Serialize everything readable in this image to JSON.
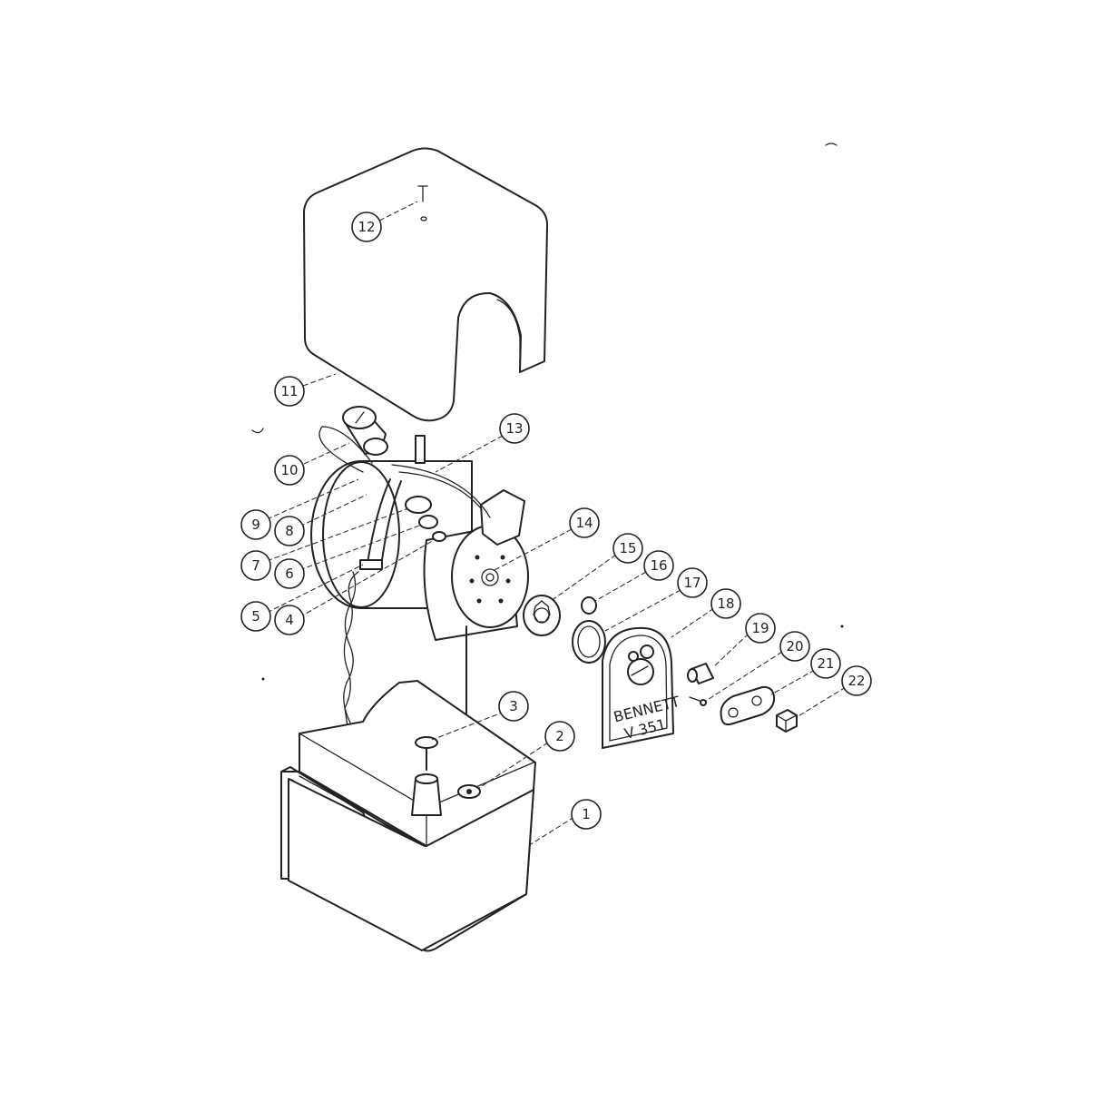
{
  "nameplate": {
    "line1": "BENNETT",
    "line2": "V 351"
  },
  "callouts": [
    {
      "id": "1",
      "label": "1"
    },
    {
      "id": "2",
      "label": "2"
    },
    {
      "id": "3",
      "label": "3"
    },
    {
      "id": "4",
      "label": "4"
    },
    {
      "id": "5",
      "label": "5"
    },
    {
      "id": "6",
      "label": "6"
    },
    {
      "id": "7",
      "label": "7"
    },
    {
      "id": "8",
      "label": "8"
    },
    {
      "id": "9",
      "label": "9"
    },
    {
      "id": "10",
      "label": "10"
    },
    {
      "id": "11",
      "label": "11"
    },
    {
      "id": "12",
      "label": "12"
    },
    {
      "id": "13",
      "label": "13"
    },
    {
      "id": "14",
      "label": "14"
    },
    {
      "id": "15",
      "label": "15"
    },
    {
      "id": "16",
      "label": "16"
    },
    {
      "id": "17",
      "label": "17"
    },
    {
      "id": "18",
      "label": "18"
    },
    {
      "id": "19",
      "label": "19"
    },
    {
      "id": "20",
      "label": "20"
    },
    {
      "id": "21",
      "label": "21"
    },
    {
      "id": "22",
      "label": "22"
    }
  ]
}
